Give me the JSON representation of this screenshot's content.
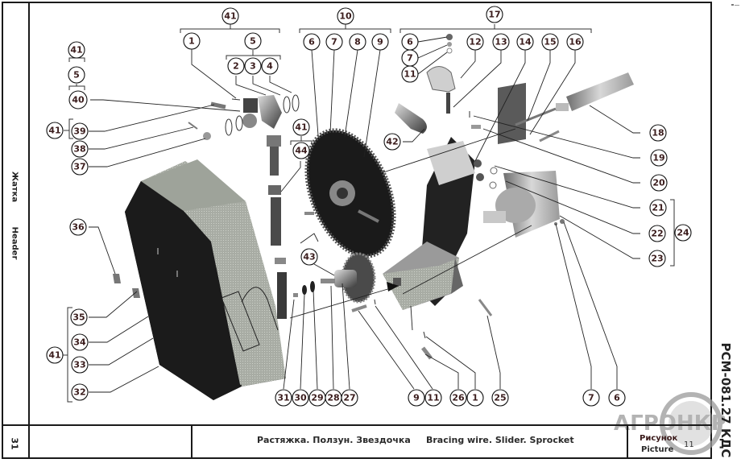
{
  "side_panel": {
    "section_ru": "Жатка",
    "section_en": "Header",
    "page_number": "31"
  },
  "title_block": {
    "title_ru": "Растяжка. Ползун. Звездочка",
    "title_en": "Bracing wire. Slider. Sprocket",
    "figure_label_ru": "Рисунок",
    "figure_label_en": "Picture",
    "figure_number": "11"
  },
  "document_code": "РСМ-081.27 КДС",
  "watermark": {
    "text": "АГРОНКР",
    "color": "#9a9a9a"
  },
  "callouts": {
    "top_group_41": "41",
    "top_1": "1",
    "top_group_5": "5",
    "top_2": "2",
    "top_3": "3",
    "top_4": "4",
    "top_group_10": "10",
    "top_6": "6",
    "top_7": "7",
    "top_8": "8",
    "top_9": "9",
    "top_group_17": "17",
    "r_6": "6",
    "r_7": "7",
    "r_11": "11",
    "r_12": "12",
    "r_13": "13",
    "r_14": "14",
    "r_15": "15",
    "r_16": "16",
    "right_18": "18",
    "right_19": "19",
    "right_20": "20",
    "right_21": "21",
    "right_22": "22",
    "right_23": "23",
    "right_group_24": "24",
    "left_41a": "41",
    "left_5": "5",
    "left_40": "40",
    "left_41b": "41",
    "left_39": "39",
    "left_38": "38",
    "left_37": "37",
    "left_36": "36",
    "left_35": "35",
    "left_34": "34",
    "left_33": "33",
    "left_32": "32",
    "left_group_41c": "41",
    "mid_41": "41",
    "mid_44": "44",
    "mid_42": "42",
    "mid_43": "43",
    "bot_31": "31",
    "bot_30": "30",
    "bot_29": "29",
    "bot_28": "28",
    "bot_27": "27",
    "bot_9": "9",
    "bot_11": "11",
    "bot_26": "26",
    "bot_1": "1",
    "bot_25": "25",
    "bot_7": "7",
    "bot_6": "6"
  }
}
